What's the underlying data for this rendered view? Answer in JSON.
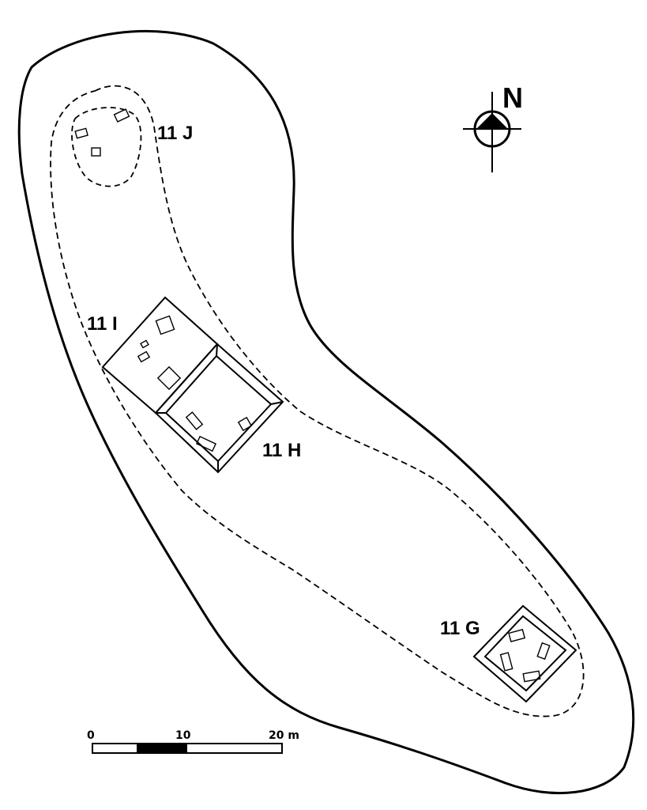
{
  "labels": {
    "site_j": "11 J",
    "site_i": "11 I",
    "site_h": "11 H",
    "site_g": "11 G"
  },
  "north_arrow": {
    "letter": "N"
  },
  "scale_bar": {
    "ticks": [
      "0",
      "10",
      "20 m"
    ],
    "unit": "m"
  },
  "colors": {
    "ink": "#000000",
    "paper": "#ffffff"
  }
}
